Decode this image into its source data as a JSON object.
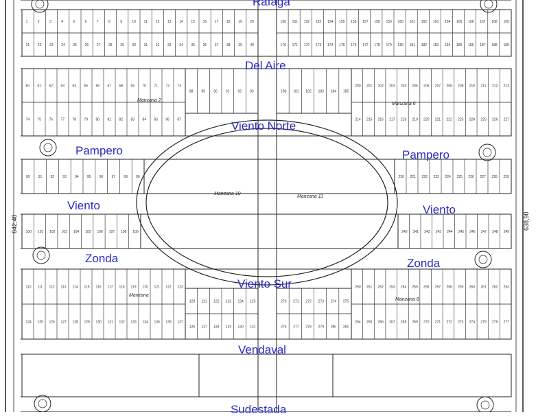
{
  "streets": {
    "rafaga": "Rafaga",
    "del_aire": "Del Aire",
    "viento_norte": "Viento Norte",
    "pampero_west": "Pampero",
    "pampero_east": "Pampero",
    "viento_west": "Viento",
    "viento_east": "Viento",
    "zonda_west": "Zonda",
    "zonda_east": "Zonda",
    "viento_sur": "Viento Sur",
    "vendaval": "Vendaval",
    "sudestada": "Sudestada"
  },
  "blocks": {
    "m10": "Manzana 10",
    "m11": "Manzana 11",
    "m2": "Manzana 2",
    "m6": "Manzana 6",
    "m8": "Manzana 8",
    "m3": "Manzana"
  },
  "measurements": {
    "left_edge": "642,40",
    "right_edge": "638,90"
  },
  "colors": {
    "street_label": "#2a2acb",
    "line": "#222222",
    "background": "#ffffff"
  }
}
